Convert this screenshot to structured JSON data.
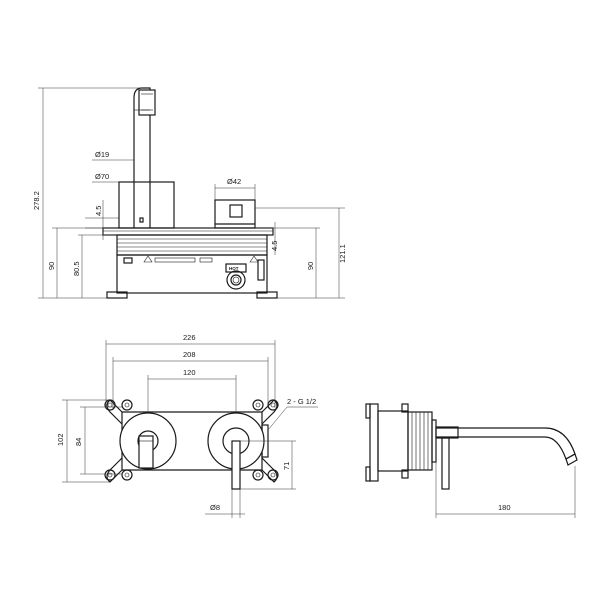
{
  "labels": {
    "d19": "Ø19",
    "d70": "Ø70",
    "d42": "Ø42",
    "h278": "278.2",
    "h4_5a": "4.5",
    "h4_5b": "4.5",
    "h90a": "90",
    "h80_5": "80.5",
    "h90b": "90",
    "h121": "121.1",
    "w226": "226",
    "w208": "208",
    "w120": "120",
    "h102": "102",
    "h84": "84",
    "h71": "71",
    "d8": "Ø8",
    "g12": "2 - G 1/2",
    "w180": "180",
    "hot": "HOT"
  },
  "colors": {
    "line": "#1a1a1a",
    "background": "#ffffff"
  }
}
